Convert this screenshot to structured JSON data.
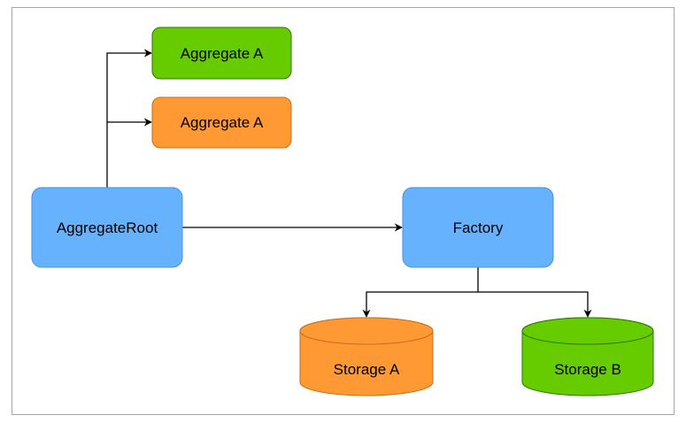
{
  "diagram": {
    "nodes": {
      "aggregate_a_green": {
        "label": "Aggregate A",
        "shape": "rounded-rect",
        "fill": "#66cc00",
        "stroke": "#2d7600"
      },
      "aggregate_a_orange": {
        "label": "Aggregate A",
        "shape": "rounded-rect",
        "fill": "#ff9933",
        "stroke": "#c76d1b"
      },
      "aggregate_root": {
        "label": "AggregateRoot",
        "shape": "rounded-rect",
        "fill": "#66b2ff",
        "stroke": "#4a90d9"
      },
      "factory": {
        "label": "Factory",
        "shape": "rounded-rect",
        "fill": "#66b2ff",
        "stroke": "#4a90d9"
      },
      "storage_a": {
        "label": "Storage A",
        "shape": "cylinder",
        "fill": "#ff9933",
        "stroke": "#c76d1b"
      },
      "storage_b": {
        "label": "Storage B",
        "shape": "cylinder",
        "fill": "#66cc00",
        "stroke": "#2d7600"
      }
    },
    "edges": [
      {
        "from": "aggregate_root",
        "to": "aggregate_a_green"
      },
      {
        "from": "aggregate_root",
        "to": "aggregate_a_orange"
      },
      {
        "from": "aggregate_root",
        "to": "factory"
      },
      {
        "from": "factory",
        "to": "storage_a"
      },
      {
        "from": "factory",
        "to": "storage_b"
      }
    ]
  }
}
